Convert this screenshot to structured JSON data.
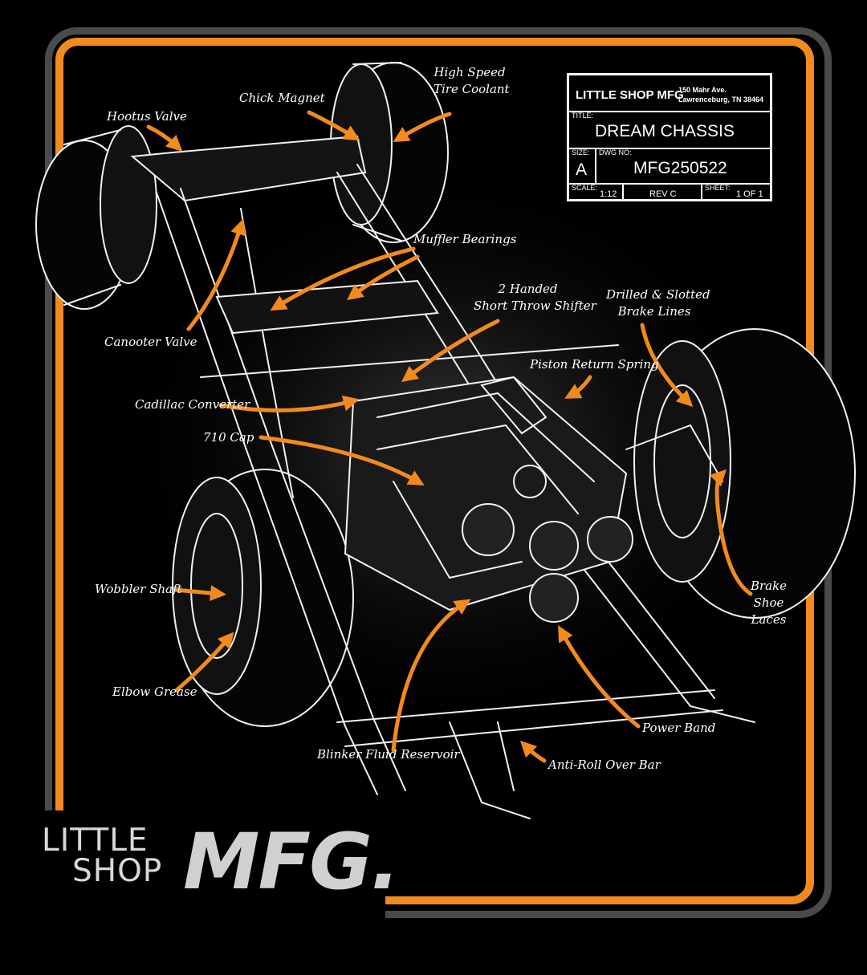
{
  "title_block": {
    "company": "LITTLE SHOP MFG",
    "address_line1": "150 Mahr Ave.",
    "address_line2": "Lawrenceburg, TN 38464",
    "title_label": "TITLE:",
    "title_value": "DREAM CHASSIS",
    "size_label": "SIZE:",
    "size_value": "A",
    "dwg_label": "DWG NO:",
    "dwg_value": "MFG250522",
    "scale_label": "SCALE:",
    "scale_value": "1:12",
    "rev_value": "REV C",
    "sheet_label": "SHEET:",
    "sheet_value": "1 OF 1"
  },
  "callouts": {
    "hooter_valve": "Hootus Valve",
    "chick_magnet": "Chick Magnet",
    "high_speed_1": "High Speed",
    "high_speed_2": "Tire Coolant",
    "muffler_bearings": "Muffler Bearings",
    "canooter_valve": "Canooter Valve",
    "shifter_1": "2 Handed",
    "shifter_2": "Short Throw Shifter",
    "drilled_1": "Drilled & Slotted",
    "drilled_2": "Brake Lines",
    "piston_return": "Piston Return Spring",
    "cadillac_converter": "Cadillac Converter",
    "cap_710": "710 Cap",
    "wobbler_shaft": "Wobbler Shaft",
    "elbow_grease": "Elbow Grease",
    "brake_1": "Brake",
    "brake_2": "Shoe",
    "brake_3": "Laces",
    "power_band": "Power Band",
    "blinker_fluid": "Blinker Fluid Reservoir",
    "anti_roll": "Anti-Roll Over Bar"
  },
  "logo": {
    "line1": "LITTLE",
    "line2": "SHOP",
    "mark": "MFG."
  },
  "colors": {
    "background": "#000000",
    "accent_orange": "#f28a1e",
    "outer_frame": "#4a4a4a",
    "sketch": "#ffffff"
  }
}
